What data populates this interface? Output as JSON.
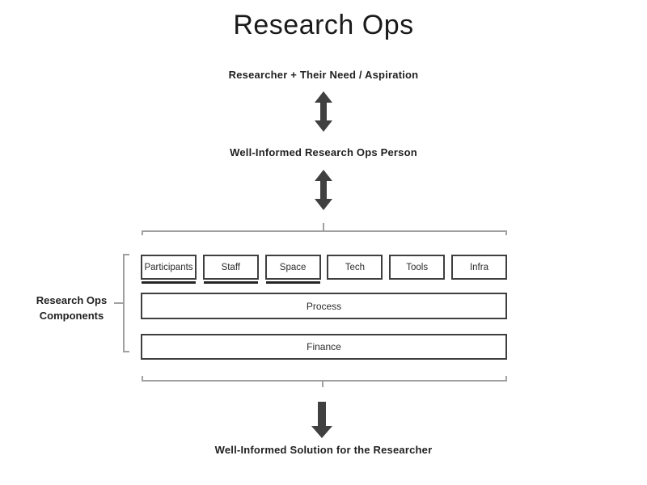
{
  "title": "Research Ops",
  "flow": {
    "top_label": "Researcher + Their Need / Aspiration",
    "middle_label": "Well-Informed Research Ops Person",
    "bottom_label": "Well-Informed Solution for the Researcher"
  },
  "components": {
    "group_label_line1": "Research Ops",
    "group_label_line2": "Components",
    "top_row": [
      "Participants",
      "Staff",
      "Space",
      "Tech",
      "Tools",
      "Infra"
    ],
    "underlined_items": [
      "Participants",
      "Staff",
      "Space"
    ],
    "wide_rows": [
      "Process",
      "Finance"
    ]
  },
  "icons": {
    "between_top_labels": "double-vertical-arrow",
    "to_solution": "down-arrow"
  },
  "colors": {
    "background": "#ffffff",
    "text": "#1f1f1f",
    "box_border": "#3f3f3f",
    "underline": "#262626",
    "bracket": "#a0a0a0",
    "arrow": "#404040"
  }
}
